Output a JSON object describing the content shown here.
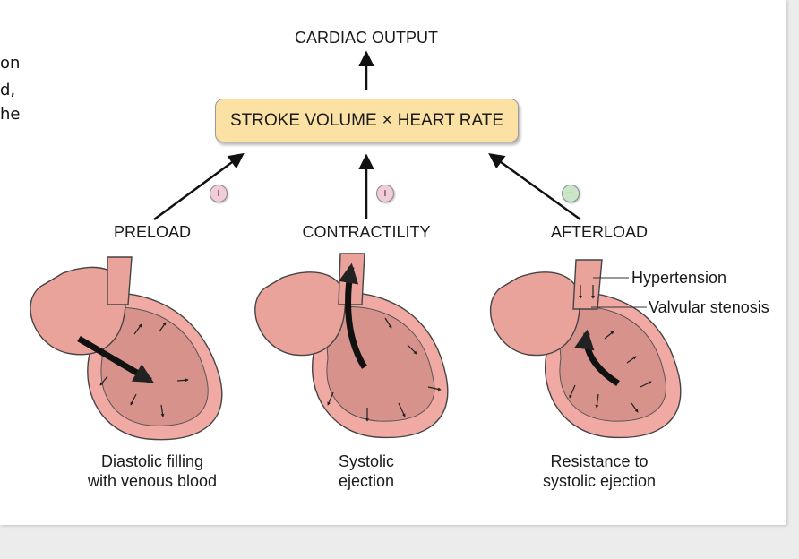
{
  "left_fragments": [
    "on",
    "d,",
    "he"
  ],
  "title": "CARDIAC OUTPUT",
  "formula": {
    "left": "STROKE VOLUME",
    "operator": "×",
    "right": "HEART RATE"
  },
  "factors": [
    {
      "label": "PRELOAD",
      "sign": "+",
      "caption_lines": [
        "Diastolic filling",
        "with venous blood"
      ]
    },
    {
      "label": "CONTRACTILITY",
      "sign": "+",
      "caption_lines": [
        "Systolic",
        "ejection"
      ]
    },
    {
      "label": "AFTERLOAD",
      "sign": "−",
      "caption_lines": [
        "Resistance to",
        "systolic ejection"
      ]
    }
  ],
  "annotations": {
    "hypertension": "Hypertension",
    "valvular_stenosis": "Valvular stenosis"
  },
  "colors": {
    "formula_box": "#fbe1a4",
    "heart_wall": "#f1aaa3",
    "heart_chamber": "#d7938b",
    "plus_sign": "#f2ccd8",
    "minus_sign": "#c9e6c8"
  }
}
